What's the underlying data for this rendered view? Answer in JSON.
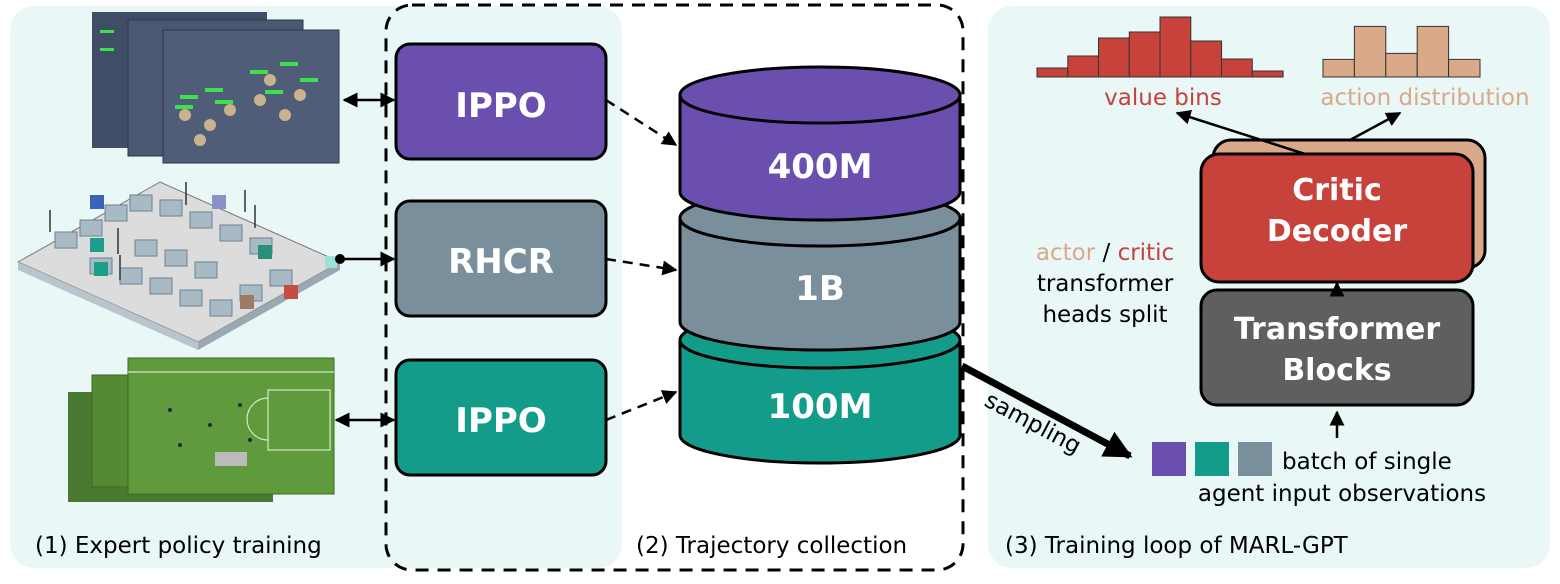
{
  "panels": {
    "expert": {
      "caption": "(1) Expert policy training"
    },
    "trajectory": {
      "caption": "(2) Trajectory collection"
    },
    "training": {
      "caption": "(3) Training loop of MARL-GPT"
    }
  },
  "policies": {
    "top": {
      "label": "IPPO"
    },
    "middle": {
      "label": "RHCR"
    },
    "bottom": {
      "label": "IPPO"
    }
  },
  "database": {
    "top": {
      "label": "400M"
    },
    "middle": {
      "label": "1B"
    },
    "bottom": {
      "label": "100M"
    }
  },
  "sampling": {
    "label": "sampling"
  },
  "model": {
    "critic_line1": "Critic",
    "critic_line2": "Decoder",
    "transformer_line1": "Transformer",
    "transformer_line2": "Blocks"
  },
  "outputs": {
    "value_bins": "value bins",
    "action_distribution": "action distribution"
  },
  "heads_note": {
    "actor": "actor",
    "sep": " / ",
    "critic": "critic",
    "line2": "transformer",
    "line3": "heads split"
  },
  "batch": {
    "line1": "batch of single",
    "line2": "agent input observations"
  },
  "histograms": {
    "value_bins": [
      0.15,
      0.35,
      0.65,
      0.75,
      1.0,
      0.6,
      0.3,
      0.1
    ],
    "action_distribution": [
      0.32,
      0.92,
      0.43,
      0.92,
      0.32
    ]
  },
  "colors": {
    "ippo_purple": "#6a4fae",
    "rhcr_gray": "#7a8f9c",
    "ippo_teal": "#139c8a",
    "critic_red": "#c8423c",
    "actor_tan": "#d9a98a",
    "transformer_gray": "#5f5f5f",
    "panel_bg": "#e9f7f6"
  }
}
